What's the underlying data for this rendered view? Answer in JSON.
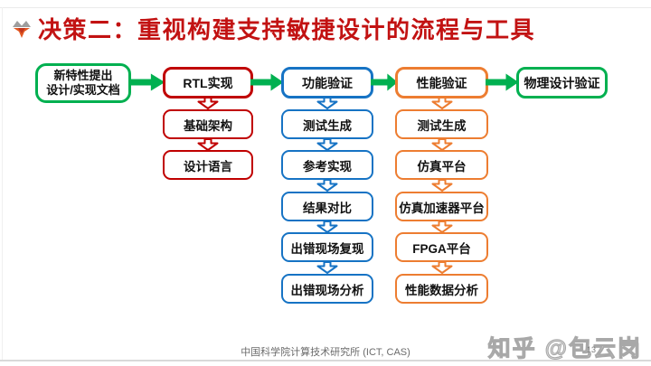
{
  "title": "决策二：重视构建支持敏捷设计的流程与工具",
  "colors": {
    "title_red": "#C21212",
    "box_red": "#C00000",
    "box_green": "#00B050",
    "box_blue": "#1673C4",
    "box_orange": "#ED7D31"
  },
  "flow": {
    "source": {
      "line1": "新特性提出",
      "line2": "设计/实现文档"
    },
    "stages": [
      {
        "label": "RTL实现",
        "steps": [
          "基础架构",
          "设计语言"
        ]
      },
      {
        "label": "功能验证",
        "steps": [
          "测试生成",
          "参考实现",
          "结果对比",
          "出错现场复现",
          "出错现场分析"
        ]
      },
      {
        "label": "性能验证",
        "steps": [
          "测试生成",
          "仿真平台",
          "仿真加速器平台",
          "FPGA平台",
          "性能数据分析"
        ]
      },
      {
        "label": "物理设计验证",
        "steps": []
      }
    ]
  },
  "footer": {
    "affiliation": "中国科学院计算技术研究所 (ICT, CAS)",
    "page_number": "13",
    "watermark": "知乎 @包云岗"
  }
}
